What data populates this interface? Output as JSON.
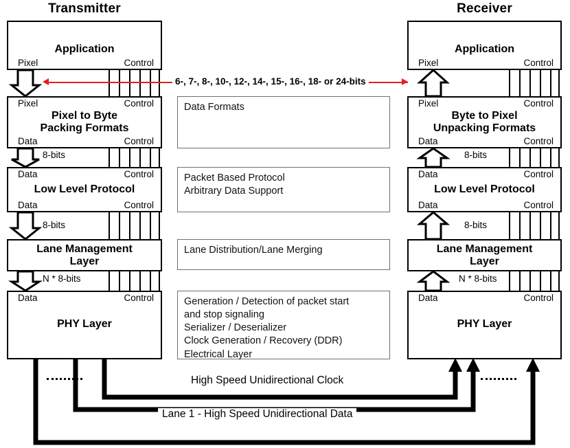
{
  "diagram": {
    "title_left": "Transmitter",
    "title_right": "Receiver",
    "bit_annotation": "6-, 7-, 8-, 10-, 12-, 14-, 15-, 16-, 18- or 24-bits",
    "ports": {
      "pixel": "Pixel",
      "control": "Control",
      "data": "Data"
    },
    "bit_labels": {
      "eight": "8-bits",
      "n_eight": "N * 8-bits"
    },
    "transmitter_layers": [
      {
        "name": "Application",
        "top_left": "",
        "top_right": "",
        "bot_left": "Pixel",
        "bot_right": "Control"
      },
      {
        "name": "Pixel to Byte\nPacking Formats",
        "top_left": "Pixel",
        "top_right": "Control",
        "bot_left": "Data",
        "bot_right": "Control"
      },
      {
        "name": "Low Level Protocol",
        "top_left": "Data",
        "top_right": "Control",
        "bot_left": "Data",
        "bot_right": "Control"
      },
      {
        "name": "Lane Management\nLayer",
        "top_left": "",
        "top_right": "",
        "bot_left": "",
        "bot_right": ""
      },
      {
        "name": "PHY Layer",
        "top_left": "Data",
        "top_right": "Control",
        "bot_left": "",
        "bot_right": ""
      }
    ],
    "receiver_layers": [
      {
        "name": "Application",
        "top_left": "",
        "top_right": "",
        "bot_left": "Pixel",
        "bot_right": "Control"
      },
      {
        "name": "Byte to Pixel\nUnpacking Formats",
        "top_left": "Pixel",
        "top_right": "Control",
        "bot_left": "Data",
        "bot_right": "Control"
      },
      {
        "name": "Low Level Protocol",
        "top_left": "Data",
        "top_right": "Control",
        "bot_left": "Data",
        "bot_right": "Control"
      },
      {
        "name": "Lane Management\nLayer",
        "top_left": "",
        "top_right": "",
        "bot_left": "",
        "bot_right": ""
      },
      {
        "name": "PHY Layer",
        "top_left": "Data",
        "top_right": "Control",
        "bot_left": "",
        "bot_right": ""
      }
    ],
    "tx_layer_names": {
      "application": "Application",
      "packing_l1": "Pixel to Byte",
      "packing_l2": "Packing Formats",
      "llp": "Low Level Protocol",
      "lml_l1": "Lane Management",
      "lml_l2": "Layer",
      "phy": "PHY Layer"
    },
    "rx_layer_names": {
      "application": "Application",
      "unpacking_l1": "Byte to Pixel",
      "unpacking_l2": "Unpacking Formats",
      "llp": "Low Level Protocol",
      "lml_l1": "Lane Management",
      "lml_l2": "Layer",
      "phy": "PHY Layer"
    },
    "description_boxes": [
      {
        "id": "data-formats",
        "lines": [
          "Data Formats"
        ]
      },
      {
        "id": "low-level-protocol",
        "lines": [
          "Packet Based Protocol",
          "Arbitrary Data Support"
        ]
      },
      {
        "id": "lane-management",
        "lines": [
          "Lane Distribution/Lane Merging"
        ]
      },
      {
        "id": "phy",
        "lines": [
          "Generation / Detection of packet start",
          "and stop signaling",
          "Serializer / Deserializer",
          "Clock Generation / Recovery (DDR)",
          "Electrical Layer"
        ]
      }
    ],
    "bottom_links": {
      "clock": "High Speed Unidirectional Clock",
      "data": "Lane 1 - High Speed Unidirectional Data"
    },
    "colors": {
      "annotation_red": "#e02020",
      "line_black": "#000000",
      "desc_border": "#6f6f6f"
    }
  }
}
